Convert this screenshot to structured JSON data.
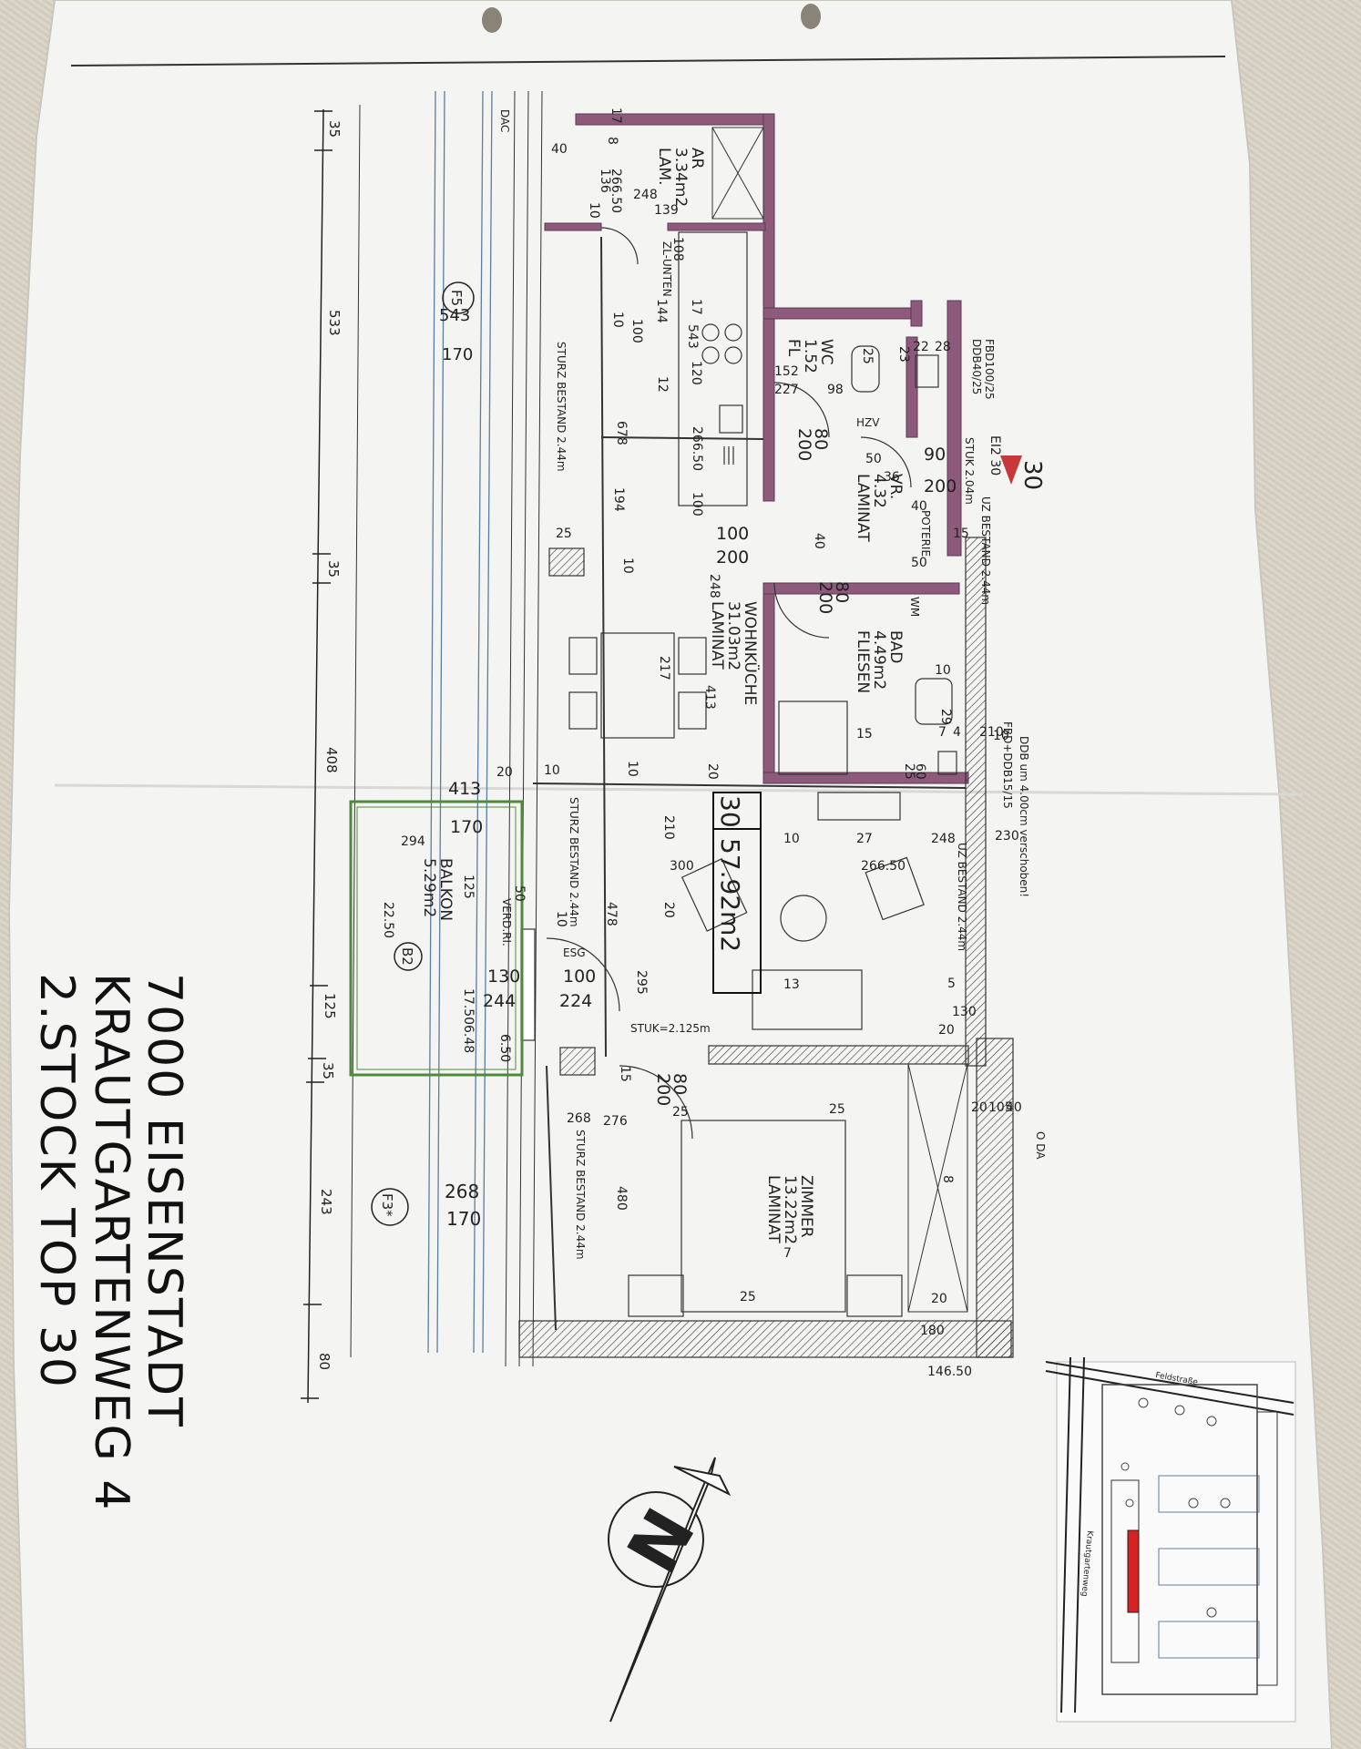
{
  "address": {
    "line1": "7000 EISENSTADT",
    "line2": "KRAUTGARTENWEG 4",
    "line3": "2.STOCK TOP 30"
  },
  "unit": {
    "top_number": "30",
    "total_area": "57.92m2",
    "level_mark": "30",
    "level_label": "EI2 30"
  },
  "rooms": [
    {
      "id": "ar",
      "name": "AR",
      "area": "3.34m2",
      "floor": "LAM."
    },
    {
      "id": "wc",
      "name": "WC",
      "area": "1.52",
      "floor": "FL"
    },
    {
      "id": "vr",
      "name": "VR.",
      "area": "4.32",
      "floor": "LAMINAT"
    },
    {
      "id": "bad",
      "name": "BAD",
      "area": "4.49m2",
      "floor": "FLIESEN"
    },
    {
      "id": "wohnkueche",
      "name": "WOHNKÜCHE",
      "area": "31.03m2",
      "floor": "LAMINAT"
    },
    {
      "id": "zimmer",
      "name": "ZIMMER",
      "area": "13.22m2",
      "floor": "LAMINAT"
    },
    {
      "id": "balkon",
      "name": "BALKON",
      "area": "5.29m2",
      "floor": "B2"
    }
  ],
  "notes": {
    "sturz1": "STURZ BESTAND 2.44m",
    "sturz2": "STURZ BESTAND 2.44m",
    "sturz3": "STURZ BESTAND 2.44m",
    "uz1": "UZ BESTAND 2.44m",
    "uz2": "UZ BESTAND 2.44m",
    "ddb": "DDB um 4.00cm verschoben!",
    "fbd_ddb": "FBD+DDB15/15",
    "fbd": "FBD100/25",
    "ddb40": "DDB40/25",
    "stuk": "STUK=2.125m",
    "stuk2": "STUK 2.04m",
    "poterie": "POTERIE",
    "hzv": "HZV",
    "esg": "ESG",
    "verd": "VERD.RI.",
    "dach": "DAC",
    "oda": "O DA",
    "wm": "WM",
    "zl_unten": "ZL-UNTEN"
  },
  "windows": [
    {
      "id": "F5",
      "size": "543",
      "sill": "170"
    },
    {
      "id": "F3*",
      "size": "268",
      "sill": "170"
    }
  ],
  "door_marks": [
    {
      "w": "100",
      "h": "200"
    },
    {
      "w": "80",
      "h": "200"
    },
    {
      "w": "90",
      "h": "200"
    },
    {
      "w": "80",
      "h": "200"
    },
    {
      "w": "80",
      "h": "200"
    },
    {
      "w": "100",
      "h": "224"
    },
    {
      "w": "130",
      "h": "244"
    },
    {
      "w": "413",
      "h": "170"
    }
  ],
  "dims_outer": [
    "35",
    "533",
    "35",
    "408",
    "125",
    "35",
    "243",
    "80"
  ],
  "dims_misc": [
    "17",
    "40",
    "248",
    "139",
    "136",
    "10",
    "8",
    "266.50",
    "108",
    "144",
    "10",
    "17",
    "543",
    "100",
    "120",
    "12",
    "266.50",
    "678",
    "194",
    "100",
    "40",
    "25",
    "10",
    "248",
    "217",
    "413",
    "10",
    "20",
    "20",
    "10",
    "210",
    "10",
    "27",
    "248",
    "230",
    "300",
    "266.50",
    "478",
    "20",
    "13",
    "5",
    "130",
    "20",
    "295",
    "15",
    "25",
    "20",
    "105",
    "40",
    "25",
    "268",
    "276",
    "480",
    "8",
    "7",
    "25",
    "20",
    "180",
    "146.50",
    "294",
    "125",
    "22.50",
    "17.50",
    "6.48",
    "6.50",
    "50",
    "10",
    "152",
    "227",
    "98",
    "50",
    "36",
    "40",
    "50",
    "25",
    "23",
    "22",
    "28",
    "15",
    "10",
    "29",
    "7",
    "4",
    "210",
    "10",
    "15",
    "25",
    "60"
  ],
  "site_map": {
    "street1": "Feldstraße",
    "street2": "Krautgartenweg"
  },
  "colors": {
    "wall": "#7a4a68",
    "wall_fill": "#8d5a7c",
    "hatch": "#333333",
    "balcony": "#4f8a3c",
    "level_triangle": "#c8383a",
    "paper": "#f3f3f1",
    "highlight": "#d32222"
  }
}
